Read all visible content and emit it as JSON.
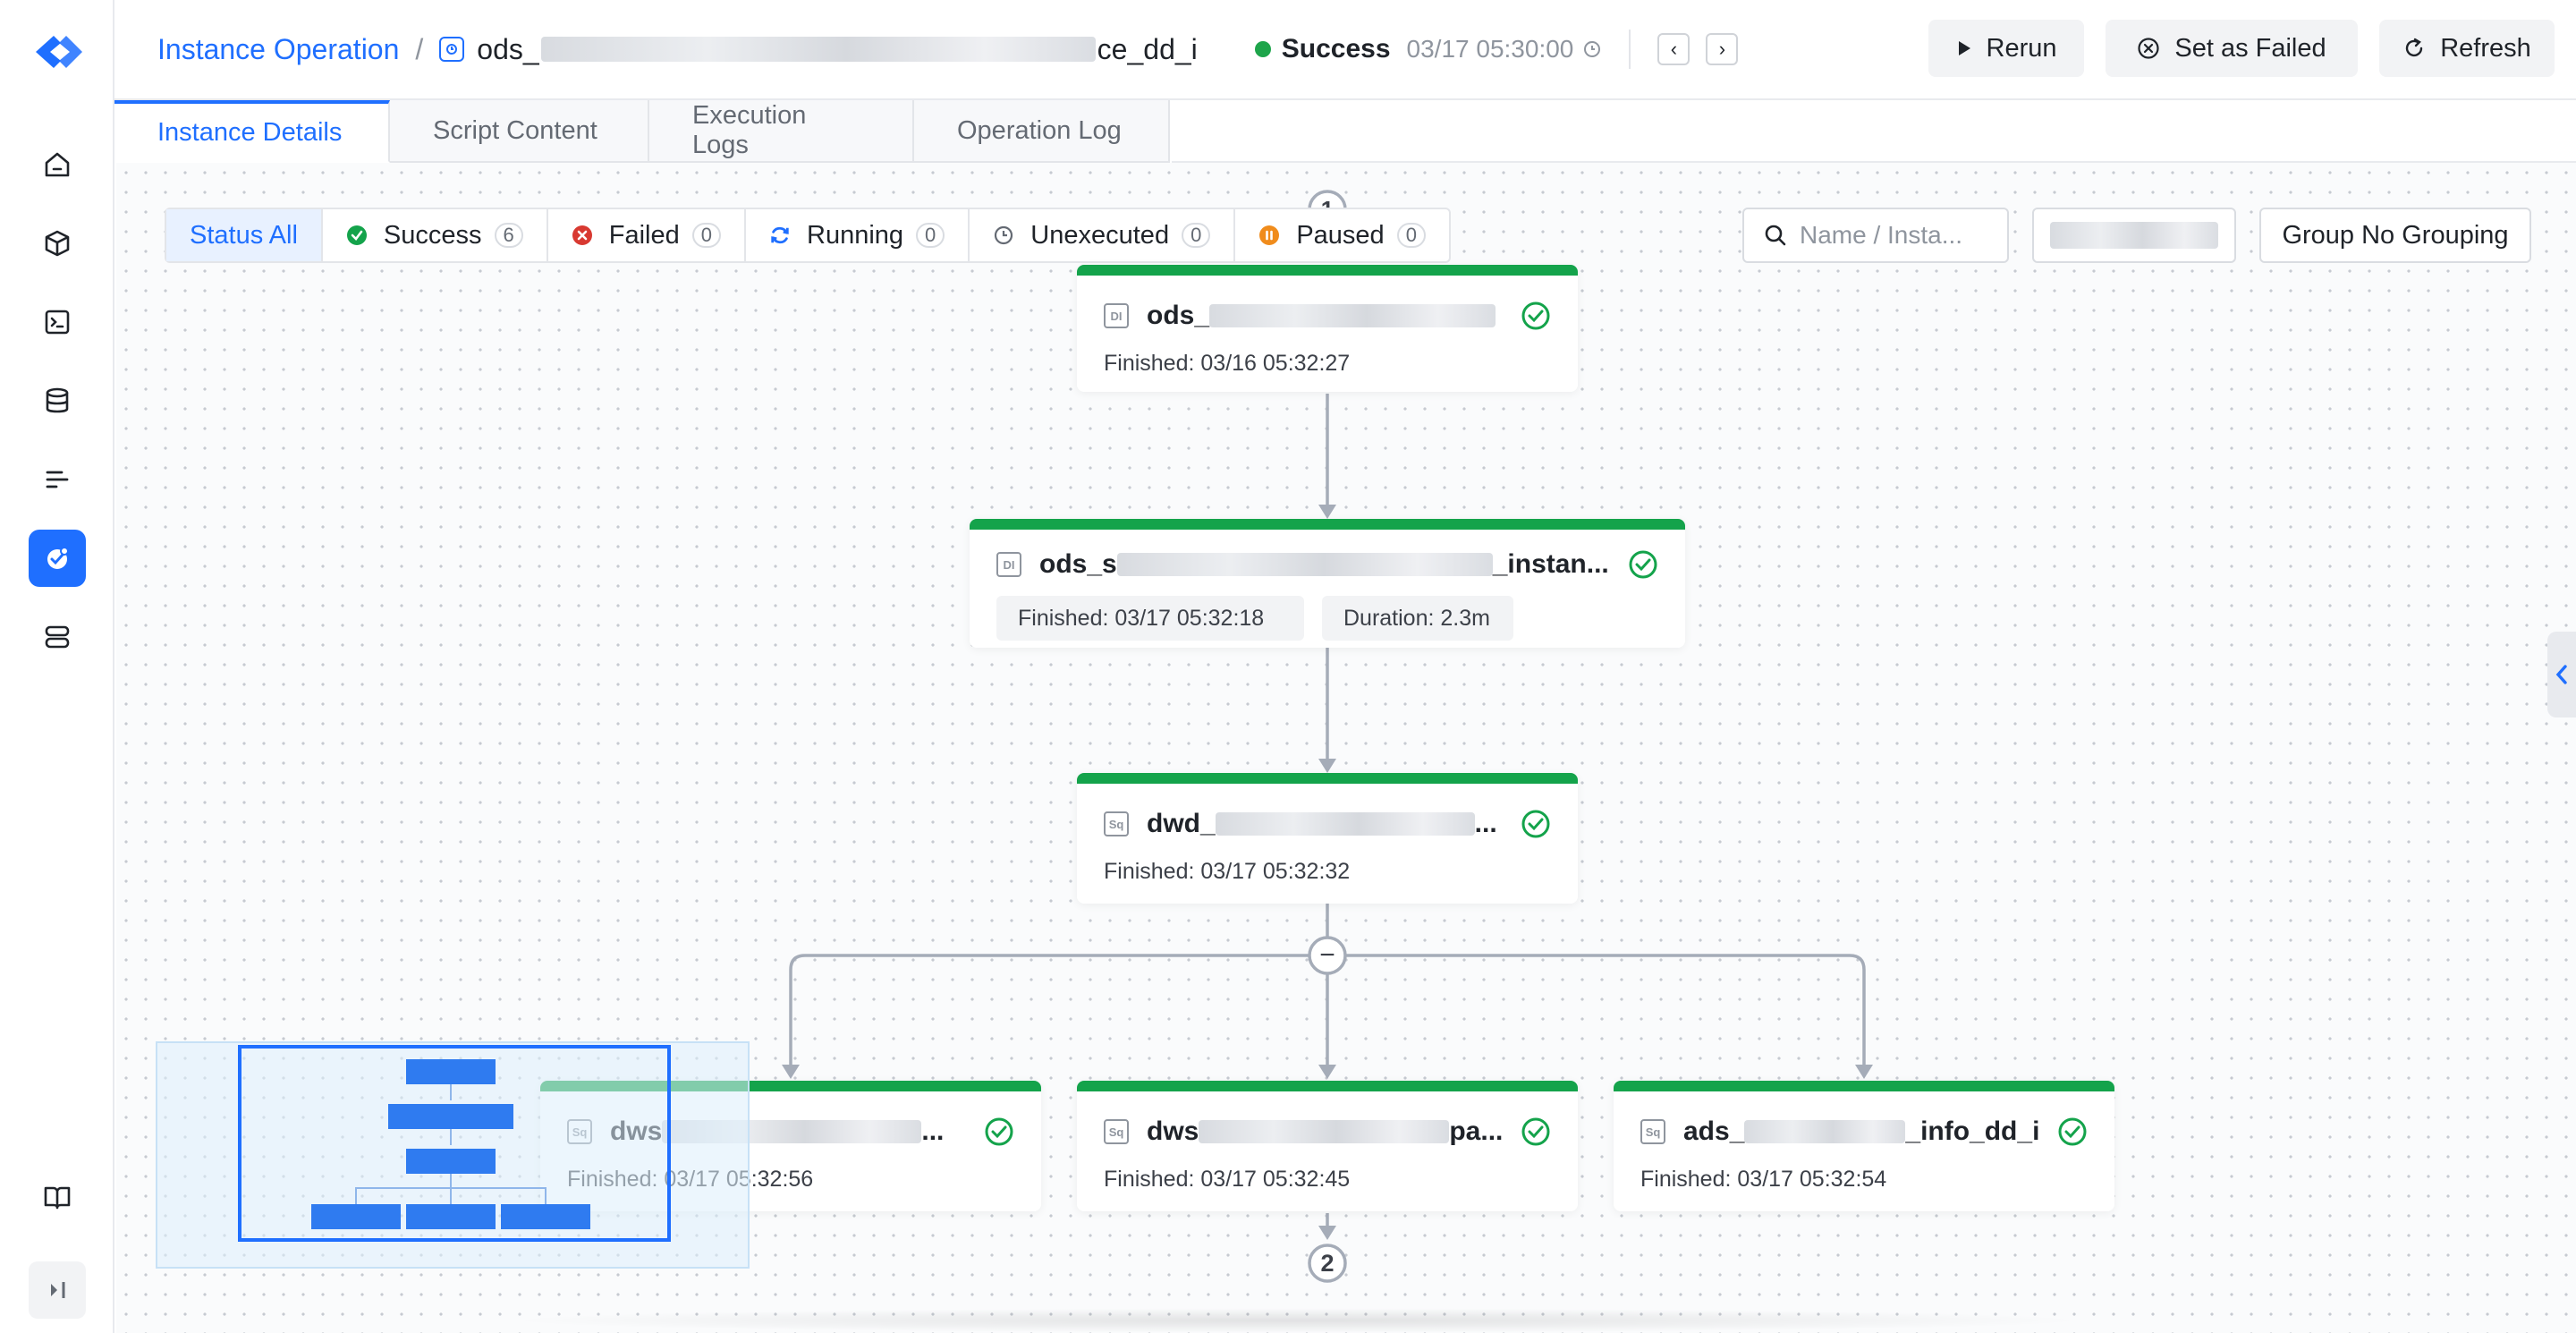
{
  "sidebar": {
    "items": [
      "home-icon",
      "cube-icon",
      "terminal-icon",
      "database-icon",
      "list-icon",
      "ops-icon",
      "server-icon"
    ],
    "bottom": [
      "book-icon",
      "collapse-icon"
    ]
  },
  "header": {
    "breadcrumb_root": "Instance Operation",
    "separator": "/",
    "task_prefix": "ods_",
    "task_suffix": "ce_dd_i",
    "status": "Success",
    "status_time": "03/17 05:30:00",
    "prev_label": "‹",
    "next_label": "›",
    "rerun_label": "Rerun",
    "set_failed_label": "Set as Failed",
    "refresh_label": "Refresh"
  },
  "tabs": [
    "Instance Details",
    "Script Content",
    "Execution Logs",
    "Operation Log"
  ],
  "filters": [
    {
      "label": "Status All",
      "count": null
    },
    {
      "label": "Success",
      "count": "6"
    },
    {
      "label": "Failed",
      "count": "0"
    },
    {
      "label": "Running",
      "count": "0"
    },
    {
      "label": "Unexecuted",
      "count": "0"
    },
    {
      "label": "Paused",
      "count": "0"
    }
  ],
  "search": {
    "placeholder": "Name / Insta..."
  },
  "group": {
    "label": "Group No Grouping"
  },
  "graph": {
    "upstream_count": "1",
    "downstream_count": "2",
    "collapse_symbol": "−",
    "nodes": [
      {
        "type": "DI",
        "name_prefix": "ods_",
        "name_suffix": "",
        "finished": "Finished: 03/16 05:32:27"
      },
      {
        "type": "DI",
        "name_prefix": "ods_s",
        "name_suffix": "_instan...",
        "finished": "Finished: 03/17 05:32:18",
        "duration": "Duration: 2.3m"
      },
      {
        "type": "Sq",
        "name_prefix": "dwd_",
        "name_suffix": "...",
        "finished": "Finished: 03/17 05:32:32"
      },
      {
        "type": "Sq",
        "name_prefix": "dws",
        "name_suffix": "...",
        "finished": "Finished: 03/17 05:32:56"
      },
      {
        "type": "Sq",
        "name_prefix": "dws",
        "name_suffix": "pa...",
        "finished": "Finished: 03/17 05:32:45"
      },
      {
        "type": "Sq",
        "name_prefix": "ads_",
        "name_suffix": "_info_dd_i",
        "finished": "Finished: 03/17 05:32:54"
      }
    ]
  },
  "colors": {
    "accent": "#1f6fff",
    "success": "#14a34b",
    "failed": "#d83931",
    "paused": "#f08c1c"
  }
}
